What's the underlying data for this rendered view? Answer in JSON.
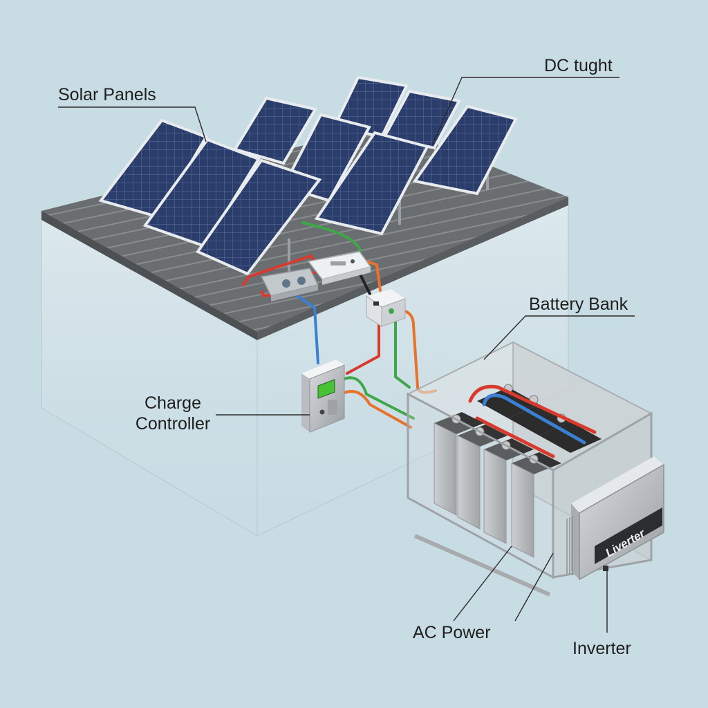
{
  "labels": {
    "solar_panels": "Solar Panels",
    "dc_tught": "DC tught",
    "battery_bank": "Battery Bank",
    "charge_controller_line1": "Charge",
    "charge_controller_line2": "Controller",
    "ac_power": "AC Power",
    "inverter": "Inverter",
    "inverter_brand": "Liverter"
  },
  "colors": {
    "background": "#c8dce3",
    "panel_cell": "#2b3d6b",
    "panel_frame": "#e8ecef",
    "roof": "#6e7174",
    "wire_red": "#d83a2e",
    "wire_blue": "#3a7fd0",
    "wire_green": "#3fa64a",
    "wire_orange": "#e8712c",
    "lcd_green": "#47c234",
    "enclosure": "#b5b9bd"
  },
  "icons": [
    "solar-panel-icon",
    "junction-box-icon",
    "charge-controller-icon",
    "battery-icon",
    "inverter-icon"
  ]
}
